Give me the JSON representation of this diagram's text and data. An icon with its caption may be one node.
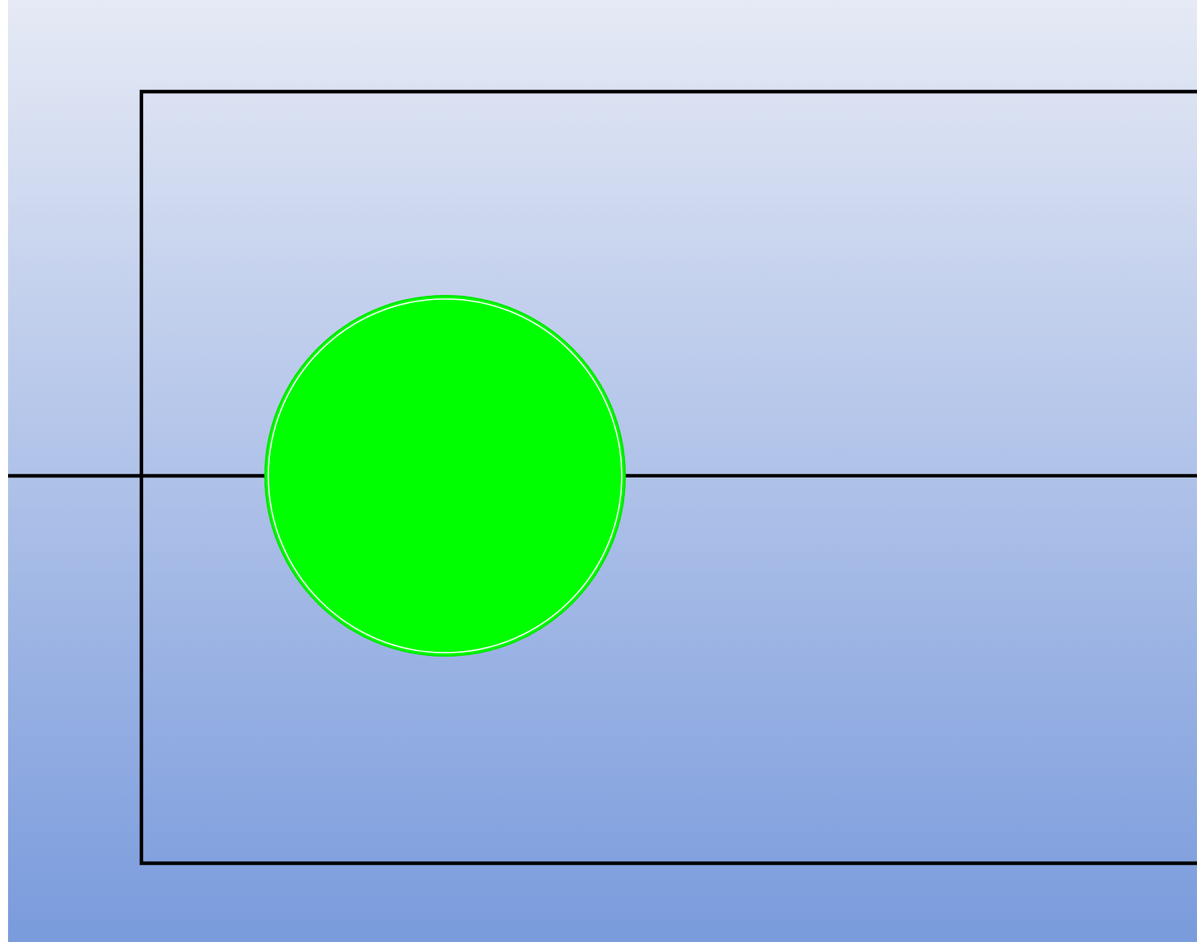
{
  "diagram": {
    "nodes": [
      {
        "text": [],
        "shape": "box"
      },
      {
        "text": [],
        "shape": "circle",
        "in": 0
      }
    ],
    "edges": [
      {
        "from": null,
        "to": 1,
        "arrow": "none"
      },
      {
        "from": 1,
        "to": null,
        "arrow": "none"
      }
    ]
  }
}
